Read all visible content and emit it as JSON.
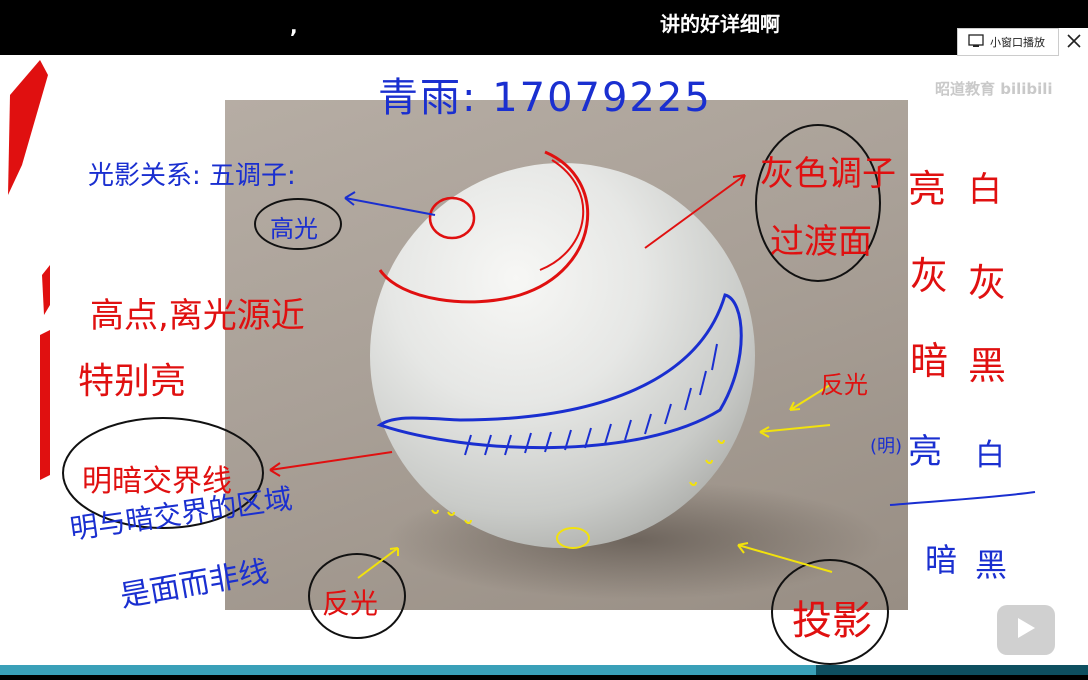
{
  "danmaku": [
    {
      "text": ","
    },
    {
      "text": "讲的好详细啊"
    }
  ],
  "player": {
    "pip_label": "小窗口播放",
    "close_icon": "close-icon",
    "pip_icon": "picture-in-picture-icon",
    "play_icon": "play-icon",
    "watermark": "昭道教育 bilibili",
    "progress_fraction": 0.75
  },
  "annotations": {
    "header": "青雨: 17079225",
    "light_relation": "光影关系: 五调子:",
    "highlight_circle": "高光",
    "highlight_note_1": "高点,离光源近",
    "highlight_note_2": "特别亮",
    "terminator_circle": "明暗交界线",
    "terminator_note_1": "明与暗交界的区域",
    "terminator_note_2": "是面而非线",
    "reflected_low": "反光",
    "reflected_right": "反光",
    "gray_transition_1": "灰色调子",
    "gray_transition_2": "过渡面",
    "cast_shadow": "投影",
    "tones_light_1": "亮",
    "tones_light_2": "白",
    "tones_gray_1": "灰",
    "tones_gray_2": "灰",
    "tones_dark_1": "暗",
    "tones_dark_2": "黑",
    "tones_bright_prefix": "(明)",
    "tones_bright_1": "亮",
    "tones_bright_2": "白",
    "tones_bottom_dark_1": "暗",
    "tones_bottom_dark_2": "黑"
  },
  "colors": {
    "blue_ink": "#1a2fd0",
    "red_ink": "#e01010",
    "yellow_ink": "#f2e20c",
    "black_ink": "#111111"
  }
}
